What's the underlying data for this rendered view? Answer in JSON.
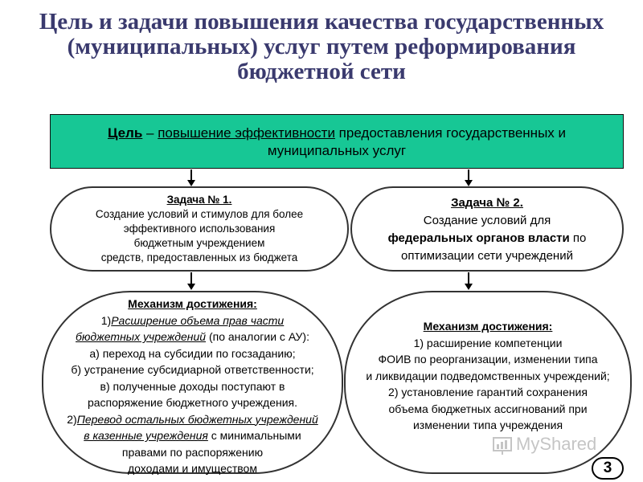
{
  "title": {
    "line1": "Цель и задачи повышения качества государственных",
    "line2": "(муниципальных) услуг путем реформирования",
    "line3": "бюджетной сети"
  },
  "goal": {
    "label": "Цель",
    "dash": " – ",
    "text_underlined": "повышение эффективности",
    "text_rest": " предоставления государственных и",
    "line2": "муниципальных услуг"
  },
  "task1": {
    "heading": "Задача № 1.",
    "lines": [
      "Создание условий и стимулов для более",
      "эффективного использования",
      "бюджетным учреждением",
      "средств, предоставленных из бюджета"
    ]
  },
  "task2": {
    "heading": "Задача № 2.",
    "line1": "Создание условий для",
    "line2_bold": "федеральных органов власти",
    "line2_rest": " по",
    "line3": "оптимизации сети учреждений"
  },
  "mech1": {
    "heading": "Механизм достижения:",
    "item1_prefix": "1)",
    "item1_underlined": "Расширение объема прав части ",
    "item1_line2_underlined": "бюджетных учреждений",
    "item1_line2_rest": " (по аналогии с АУ):",
    "sub_a": "а) переход на субсидии по госзаданию;",
    "sub_b": "б) устранение субсидиарной ответственности;",
    "sub_c1": "в) полученные доходы поступают в",
    "sub_c2": "распоряжение бюджетного учреждения.",
    "item2_prefix": "2)",
    "item2_underlined": "Перевод остальных бюджетных учреждений ",
    "item2_line2_underlined": "в казенные учреждения",
    "item2_line2_rest": " с минимальными",
    "item2_line3": "правами по распоряжению",
    "item2_line4": "доходами и имуществом"
  },
  "mech2": {
    "heading": "Механизм достижения: ",
    "lines": [
      "1) расширение компетенции",
      "ФОИВ по реорганизации, изменении типа",
      "и ликвидации подведомственных учреждений;",
      "2) установление гарантий сохранения",
      "объема бюджетных ассигнований при",
      "изменении типа учреждения"
    ]
  },
  "watermark": {
    "text": "MyShared",
    "icon": "chart-icon"
  },
  "page_number": "3"
}
